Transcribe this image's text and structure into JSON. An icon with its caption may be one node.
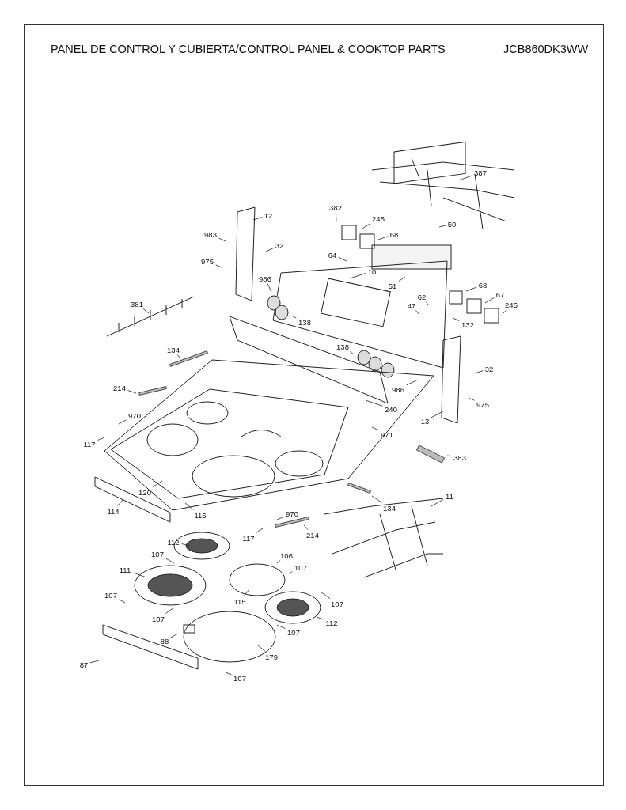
{
  "diagram": {
    "title": "PANEL DE CONTROL Y CUBIERTA/CONTROL PANEL & COOKTOP PARTS",
    "labels": [
      "JCB860DK3WW"
    ],
    "nodes": [
      {
        "text": [
          "387"
        ]
      },
      {
        "text": [
          "382"
        ]
      },
      {
        "text": [
          "50"
        ]
      },
      {
        "text": [
          "12"
        ]
      },
      {
        "text": [
          "983"
        ]
      },
      {
        "text": [
          "245"
        ]
      },
      {
        "text": [
          "68"
        ]
      },
      {
        "text": [
          "32"
        ]
      },
      {
        "text": [
          "975"
        ]
      },
      {
        "text": [
          "64"
        ]
      },
      {
        "text": [
          "10"
        ]
      },
      {
        "text": [
          "986"
        ]
      },
      {
        "text": [
          "51"
        ]
      },
      {
        "text": [
          "68"
        ]
      },
      {
        "text": [
          "62"
        ]
      },
      {
        "text": [
          "67"
        ]
      },
      {
        "text": [
          "47"
        ]
      },
      {
        "text": [
          "245"
        ]
      },
      {
        "text": [
          "381"
        ]
      },
      {
        "text": [
          "138"
        ]
      },
      {
        "text": [
          "132"
        ]
      },
      {
        "text": [
          "134"
        ]
      },
      {
        "text": [
          "138"
        ]
      },
      {
        "text": [
          "32"
        ]
      },
      {
        "text": [
          "214"
        ]
      },
      {
        "text": [
          "986"
        ]
      },
      {
        "text": [
          "975"
        ]
      },
      {
        "text": [
          "970"
        ]
      },
      {
        "text": [
          "240"
        ]
      },
      {
        "text": [
          "13"
        ]
      },
      {
        "text": [
          "117"
        ]
      },
      {
        "text": [
          "971"
        ]
      },
      {
        "text": [
          "383"
        ]
      },
      {
        "text": [
          "120"
        ]
      },
      {
        "text": [
          "134"
        ]
      },
      {
        "text": [
          "11"
        ]
      },
      {
        "text": [
          "114"
        ]
      },
      {
        "text": [
          "116"
        ]
      },
      {
        "text": [
          "970"
        ]
      },
      {
        "text": [
          "117"
        ]
      },
      {
        "text": [
          "214"
        ]
      },
      {
        "text": [
          "112"
        ]
      },
      {
        "text": [
          "106"
        ]
      },
      {
        "text": [
          "107"
        ]
      },
      {
        "text": [
          "107"
        ]
      },
      {
        "text": [
          "111"
        ]
      },
      {
        "text": [
          "107"
        ]
      },
      {
        "text": [
          "115"
        ]
      },
      {
        "text": [
          "107"
        ]
      },
      {
        "text": [
          "107"
        ]
      },
      {
        "text": [
          "112"
        ]
      },
      {
        "text": [
          "88"
        ]
      },
      {
        "text": [
          "107"
        ]
      },
      {
        "text": [
          "179"
        ]
      },
      {
        "text": [
          "87"
        ]
      },
      {
        "text": [
          "107"
        ]
      }
    ],
    "edges": [
      {
        "from": 0,
        "to": null,
        "arrow": "none"
      },
      {
        "from": 1,
        "to": null,
        "arrow": "none"
      },
      {
        "from": 2,
        "to": null,
        "arrow": "none"
      },
      {
        "from": 3,
        "to": null,
        "arrow": "none"
      },
      {
        "from": 4,
        "to": null,
        "arrow": "none"
      },
      {
        "from": 5,
        "to": null,
        "arrow": "none"
      },
      {
        "from": 6,
        "to": null,
        "arrow": "none"
      },
      {
        "from": 7,
        "to": null,
        "arrow": "none"
      },
      {
        "from": 8,
        "to": null,
        "arrow": "none"
      },
      {
        "from": 9,
        "to": null,
        "arrow": "none"
      },
      {
        "from": 10,
        "to": null,
        "arrow": "none"
      },
      {
        "from": 11,
        "to": null,
        "arrow": "none"
      },
      {
        "from": 12,
        "to": null,
        "arrow": "none"
      },
      {
        "from": 13,
        "to": null,
        "arrow": "none"
      },
      {
        "from": 14,
        "to": null,
        "arrow": "none"
      },
      {
        "from": 15,
        "to": null,
        "arrow": "none"
      },
      {
        "from": 16,
        "to": null,
        "arrow": "none"
      },
      {
        "from": 17,
        "to": null,
        "arrow": "none"
      },
      {
        "from": 18,
        "to": null,
        "arrow": "none"
      },
      {
        "from": 19,
        "to": null,
        "arrow": "none"
      },
      {
        "from": 20,
        "to": null,
        "arrow": "none"
      },
      {
        "from": 21,
        "to": null,
        "arrow": "none"
      },
      {
        "from": 22,
        "to": null,
        "arrow": "none"
      },
      {
        "from": 23,
        "to": null,
        "arrow": "none"
      },
      {
        "from": 24,
        "to": null,
        "arrow": "none"
      },
      {
        "from": 25,
        "to": null,
        "arrow": "none"
      },
      {
        "from": 26,
        "to": null,
        "arrow": "none"
      },
      {
        "from": 27,
        "to": null,
        "arrow": "none"
      },
      {
        "from": 28,
        "to": null,
        "arrow": "none"
      },
      {
        "from": 29,
        "to": null,
        "arrow": "none"
      },
      {
        "from": 30,
        "to": null,
        "arrow": "none"
      },
      {
        "from": 31,
        "to": null,
        "arrow": "none"
      },
      {
        "from": 32,
        "to": null,
        "arrow": "none"
      },
      {
        "from": 33,
        "to": null,
        "arrow": "none"
      },
      {
        "from": 34,
        "to": null,
        "arrow": "none"
      },
      {
        "from": 35,
        "to": null,
        "arrow": "none"
      },
      {
        "from": 36,
        "to": null,
        "arrow": "none"
      },
      {
        "from": 37,
        "to": null,
        "arrow": "none"
      },
      {
        "from": 38,
        "to": null,
        "arrow": "none"
      },
      {
        "from": 39,
        "to": null,
        "arrow": "none"
      },
      {
        "from": 40,
        "to": null,
        "arrow": "none"
      },
      {
        "from": 41,
        "to": null,
        "arrow": "none"
      },
      {
        "from": 42,
        "to": null,
        "arrow": "none"
      },
      {
        "from": 43,
        "to": null,
        "arrow": "none"
      },
      {
        "from": 44,
        "to": null,
        "arrow": "none"
      },
      {
        "from": 45,
        "to": null,
        "arrow": "none"
      },
      {
        "from": 46,
        "to": null,
        "arrow": "none"
      },
      {
        "from": 47,
        "to": null,
        "arrow": "none"
      },
      {
        "from": 48,
        "to": null,
        "arrow": "none"
      },
      {
        "from": 49,
        "to": null,
        "arrow": "none"
      },
      {
        "from": 50,
        "to": null,
        "arrow": "none"
      },
      {
        "from": 51,
        "to": null,
        "arrow": "none"
      },
      {
        "from": 52,
        "to": null,
        "arrow": "none"
      },
      {
        "from": 53,
        "to": null,
        "arrow": "none"
      },
      {
        "from": 54,
        "to": null,
        "arrow": "none"
      },
      {
        "from": 55,
        "to": null,
        "arrow": "none"
      }
    ]
  }
}
